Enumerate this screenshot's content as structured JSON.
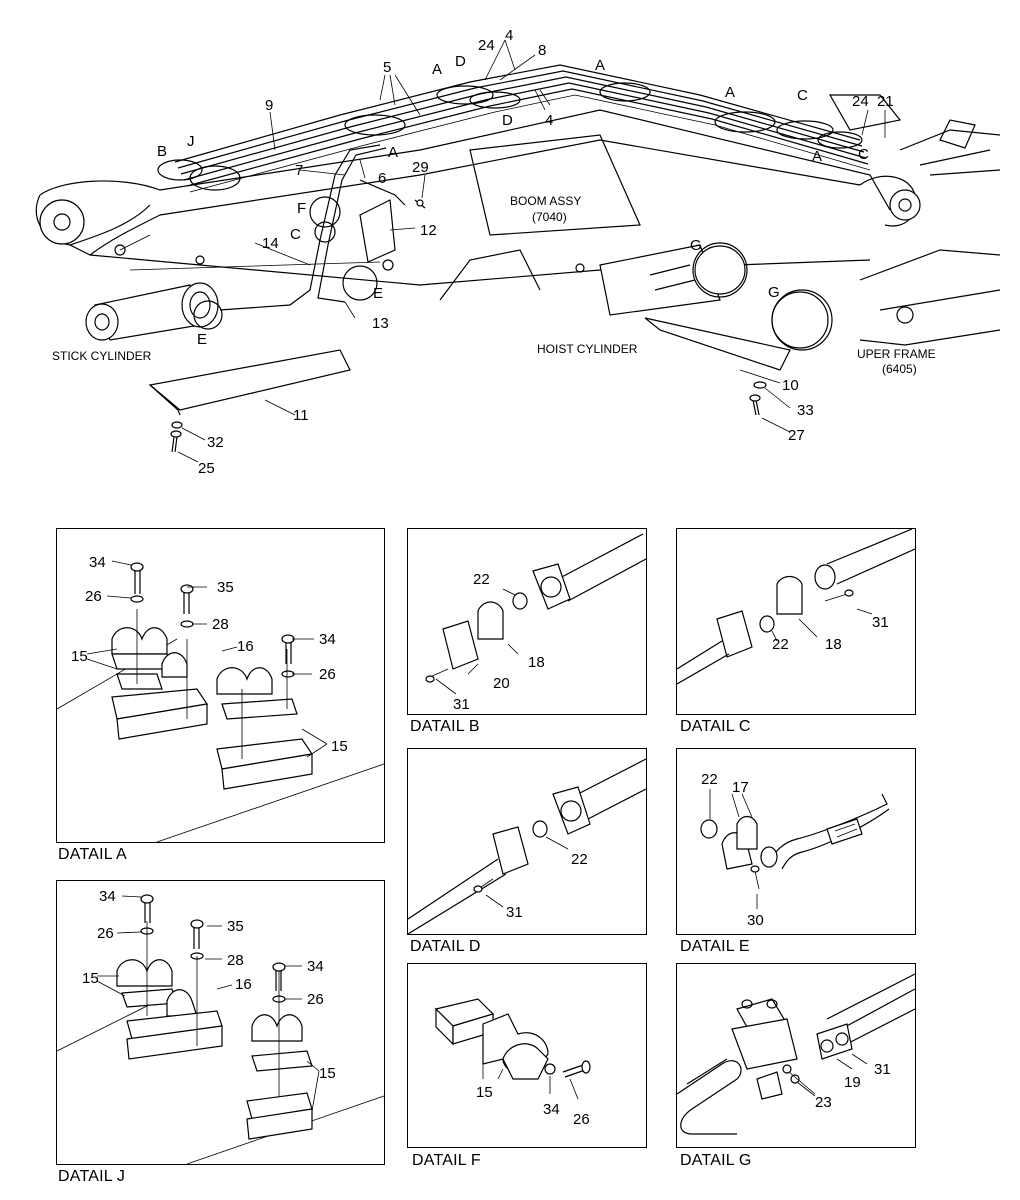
{
  "main": {
    "labels": {
      "boom": "BOOM ASSY",
      "boom_code": "(7040)",
      "stick": "STICK CYLINDER",
      "hoist": "HOIST CYLINDER",
      "frame": "UPER FRAME",
      "frame_code": "(6405)"
    },
    "callouts": {
      "n4a": "4",
      "n4b": "4",
      "n5": "5",
      "n6": "6",
      "n7": "7",
      "n8": "8",
      "n9": "9",
      "n10": "10",
      "n11": "11",
      "n12": "12",
      "n13": "13",
      "n14": "14",
      "n21": "21",
      "n24a": "24",
      "n24b": "24",
      "n25": "25",
      "n27": "27",
      "n29": "29",
      "n32": "32",
      "n33": "33"
    },
    "letters": {
      "a1": "A",
      "a2": "A",
      "a3": "A",
      "a4": "A",
      "a5": "A",
      "b1": "B",
      "c1": "C",
      "c2": "C",
      "c3": "C",
      "d1": "D",
      "d2": "D",
      "e1": "E",
      "e2": "E",
      "f1": "F",
      "g1": "G",
      "g2": "G",
      "j1": "J"
    }
  },
  "details": {
    "a": {
      "caption": "DATAIL A",
      "n34a": "34",
      "n26a": "26",
      "n35": "35",
      "n28": "28",
      "n15a": "15",
      "n16": "16",
      "n34b": "34",
      "n26b": "26",
      "n15b": "15"
    },
    "b": {
      "caption": "DATAIL B",
      "n22": "22",
      "n18": "18",
      "n20": "20",
      "n31": "31"
    },
    "c": {
      "caption": "DATAIL C",
      "n31": "31",
      "n22": "22",
      "n18": "18"
    },
    "d": {
      "caption": "DATAIL D",
      "n22": "22",
      "n31": "31"
    },
    "e": {
      "caption": "DATAIL E",
      "n22": "22",
      "n17": "17",
      "n30": "30"
    },
    "j": {
      "caption": "DATAIL J",
      "n34a": "34",
      "n26a": "26",
      "n35": "35",
      "n28": "28",
      "n15a": "15",
      "n16": "16",
      "n34b": "34",
      "n26b": "26",
      "n15b": "15"
    },
    "f": {
      "caption": "DATAIL F",
      "n15": "15",
      "n34": "34",
      "n26": "26"
    },
    "g": {
      "caption": "DATAIL G",
      "n31": "31",
      "n19": "19",
      "n23": "23"
    }
  }
}
